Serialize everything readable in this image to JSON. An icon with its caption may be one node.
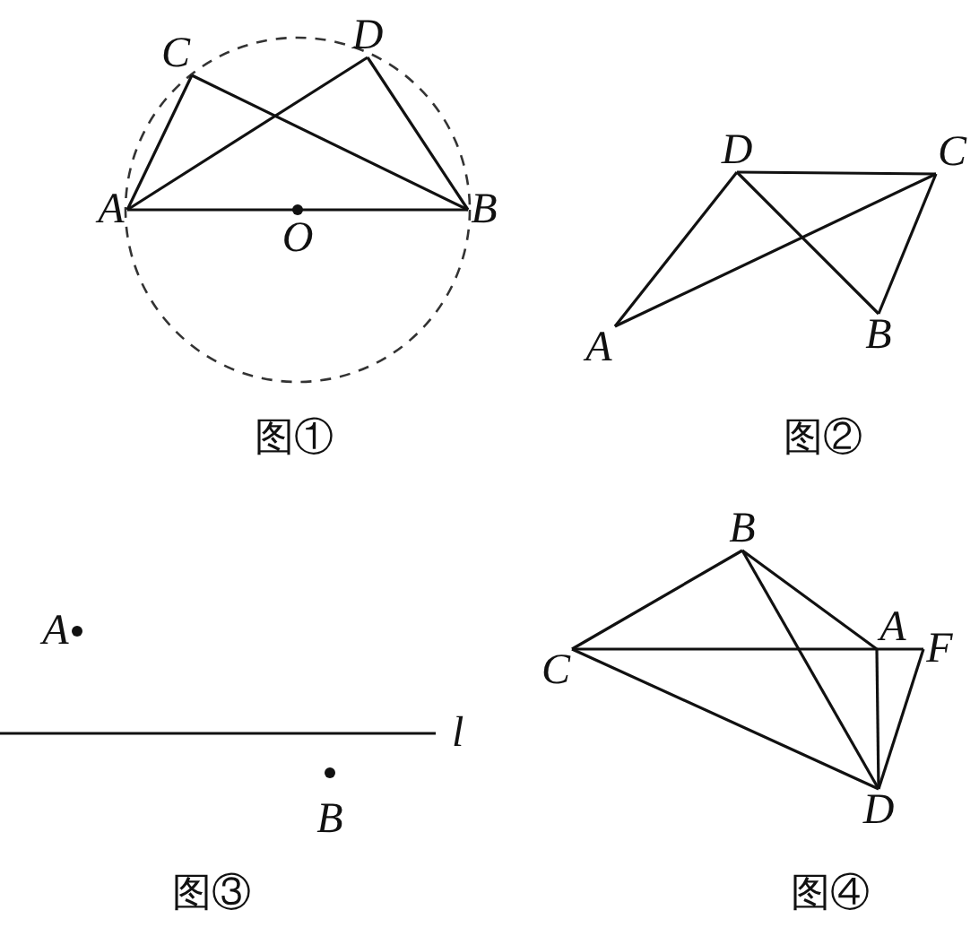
{
  "diagram": {
    "nodes": [
      {
        "text": [
          "C"
        ]
      },
      {
        "text": [
          "D"
        ]
      },
      {
        "text": [
          "A"
        ]
      },
      {
        "text": [
          "O"
        ]
      },
      {
        "text": [
          "B"
        ]
      },
      {
        "text": [
          "D"
        ]
      },
      {
        "text": [
          "C"
        ]
      },
      {
        "text": [
          "A"
        ]
      },
      {
        "text": [
          "B"
        ]
      },
      {
        "text": [
          "A"
        ]
      },
      {
        "text": [
          "B"
        ]
      },
      {
        "text": [
          "B"
        ]
      },
      {
        "text": [
          "C"
        ]
      },
      {
        "text": [
          "A"
        ]
      },
      {
        "text": [
          "F"
        ]
      },
      {
        "text": [
          "D"
        ]
      }
    ],
    "edges": [
      {
        "from": 2,
        "to": 0,
        "arrow": "none"
      },
      {
        "from": 2,
        "to": 1,
        "arrow": "none"
      },
      {
        "from": 0,
        "to": 4,
        "arrow": "none"
      },
      {
        "from": 1,
        "to": 4,
        "arrow": "none"
      },
      {
        "from": 2,
        "to": 4,
        "arrow": "none"
      },
      {
        "from": 5,
        "to": 6,
        "arrow": "none"
      },
      {
        "from": 7,
        "to": 5,
        "arrow": "none"
      },
      {
        "from": 7,
        "to": 6,
        "arrow": "none"
      },
      {
        "from": 5,
        "to": 8,
        "arrow": "none"
      },
      {
        "from": 8,
        "to": 6,
        "arrow": "none"
      },
      {
        "from": 12,
        "to": 11,
        "arrow": "none"
      },
      {
        "from": 11,
        "to": 13,
        "arrow": "none"
      },
      {
        "from": 11,
        "to": 15,
        "arrow": "none"
      },
      {
        "from": 12,
        "to": 13,
        "arrow": "none"
      },
      {
        "from": 13,
        "to": 14,
        "arrow": "none"
      },
      {
        "from": 13,
        "to": 15,
        "arrow": "none"
      },
      {
        "from": 14,
        "to": 15,
        "arrow": "none"
      },
      {
        "from": 12,
        "to": 15,
        "arrow": "none"
      }
    ],
    "labels": [
      "图①",
      "图②",
      "l",
      "图③",
      "图④"
    ]
  }
}
